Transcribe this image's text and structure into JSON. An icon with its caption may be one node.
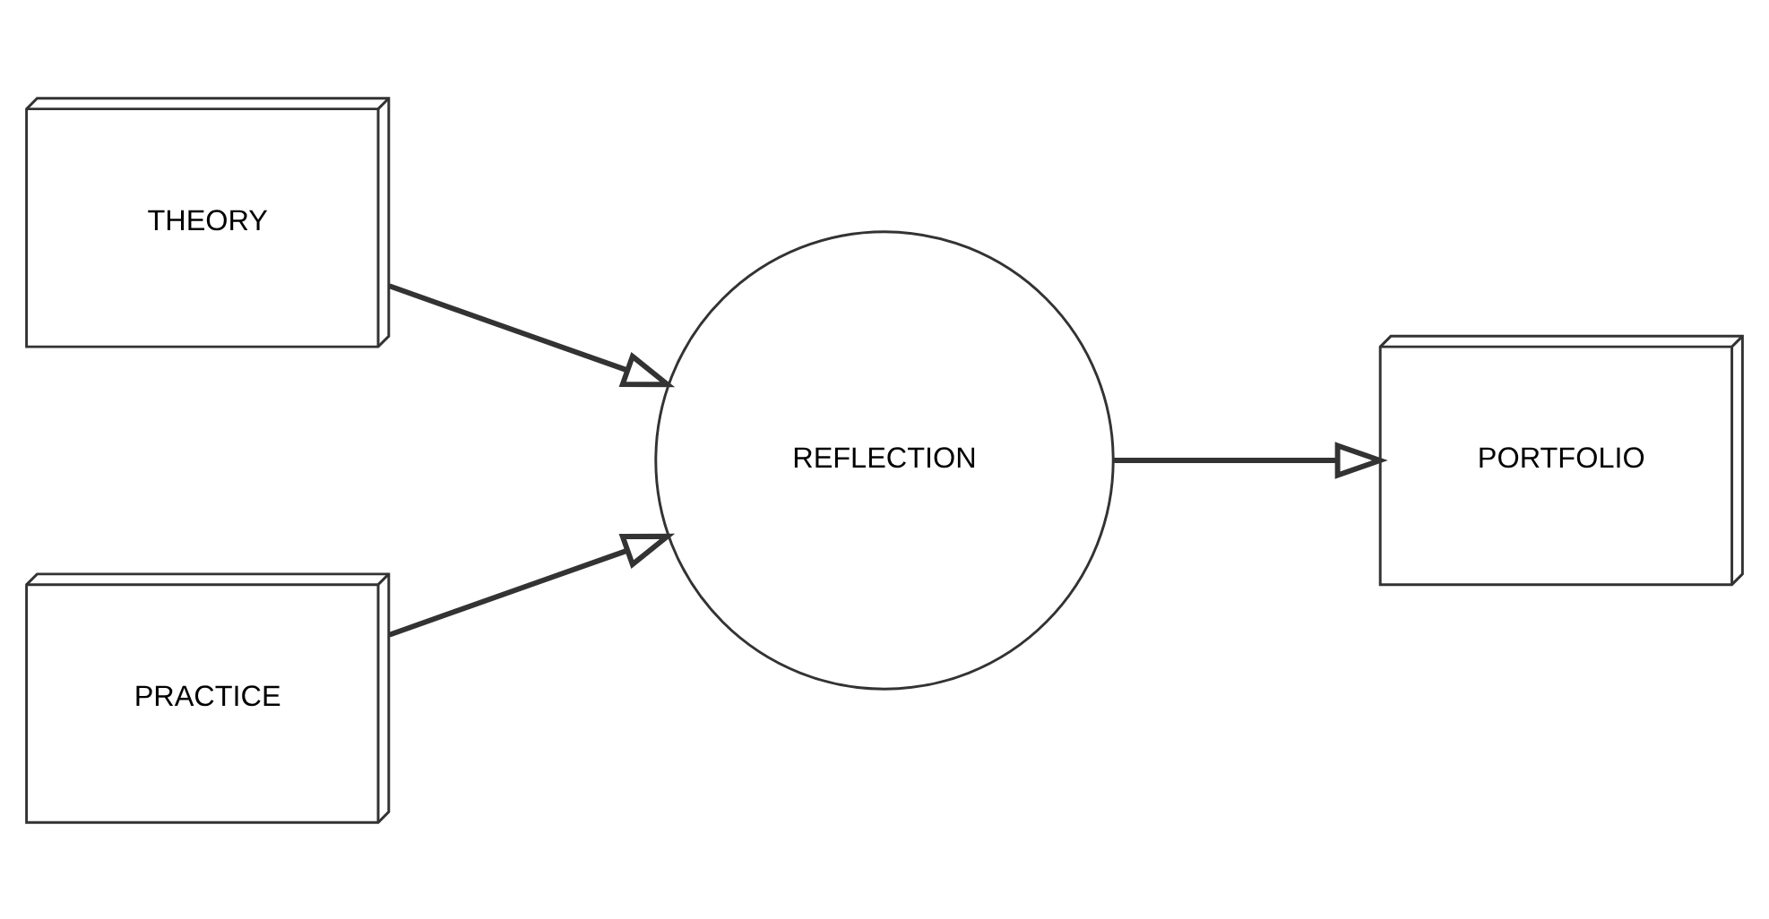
{
  "diagram": {
    "nodes": [
      {
        "text": [
          "THEORY"
        ]
      },
      {
        "text": [
          "PRACTICE"
        ]
      },
      {
        "text": [
          "REFLECTION"
        ]
      },
      {
        "text": [
          "PORTFOLIO"
        ]
      }
    ],
    "edges": [
      {
        "from": 0,
        "to": 2,
        "arrow": "to"
      },
      {
        "from": 1,
        "to": 2,
        "arrow": "to"
      },
      {
        "from": 2,
        "to": 3,
        "arrow": "to"
      }
    ]
  }
}
